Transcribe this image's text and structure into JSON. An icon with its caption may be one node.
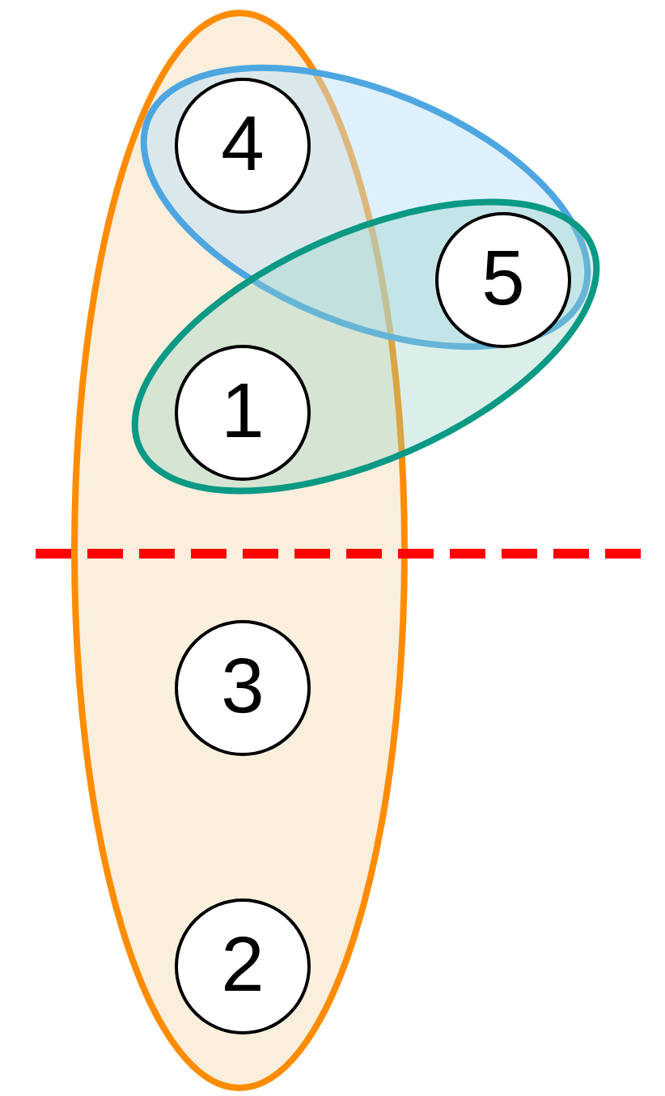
{
  "diagram": {
    "nodes": [
      {
        "text": [
          "4"
        ]
      },
      {
        "text": [
          "5"
        ]
      },
      {
        "text": [
          "1"
        ]
      },
      {
        "text": [
          "3"
        ]
      },
      {
        "text": [
          "2"
        ]
      }
    ]
  }
}
